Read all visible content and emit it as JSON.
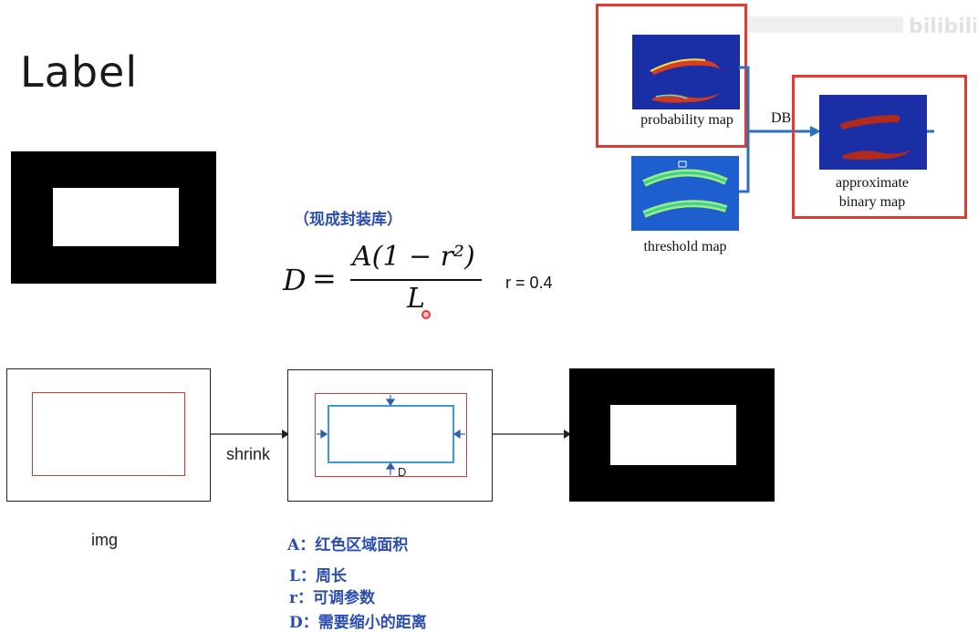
{
  "title": "Label",
  "note_top": "（现成封装库）",
  "formula": {
    "lhs": "D",
    "numerator": "A(1 − r²)",
    "denominator": "L",
    "param": "r = 0.4"
  },
  "diagram": {
    "shrink_label": "shrink",
    "d_label": "D",
    "img_label": "img"
  },
  "legend": [
    "A：红色区域面积",
    "L：周长",
    "r：可调参数",
    "D：需要缩小的距离"
  ],
  "maps": {
    "probability": "probability map",
    "threshold": "threshold map",
    "approximate_line1": "approximate",
    "approximate_line2": "binary map",
    "db": "DB"
  }
}
